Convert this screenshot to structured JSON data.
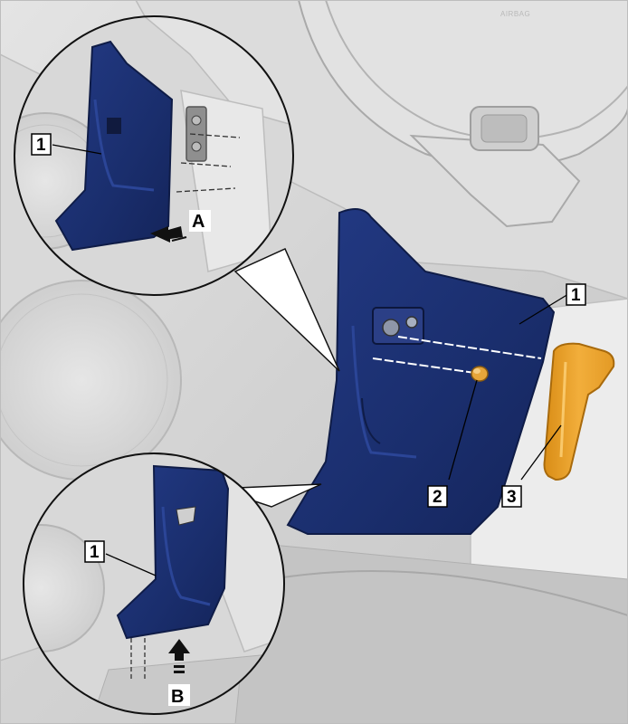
{
  "diagram": {
    "airbag_text": "AIRBAG",
    "callouts": {
      "trim_panel": "1",
      "trim_panel_detail_top": "1",
      "trim_panel_detail_bottom": "1",
      "fastener": "2",
      "removal_tool": "3"
    },
    "arrows": {
      "a": "A",
      "b": "B"
    },
    "colors": {
      "panel_blue": "#1e3377",
      "tool_orange": "#e8a12a",
      "background_gray": "#d6d6d6"
    }
  }
}
